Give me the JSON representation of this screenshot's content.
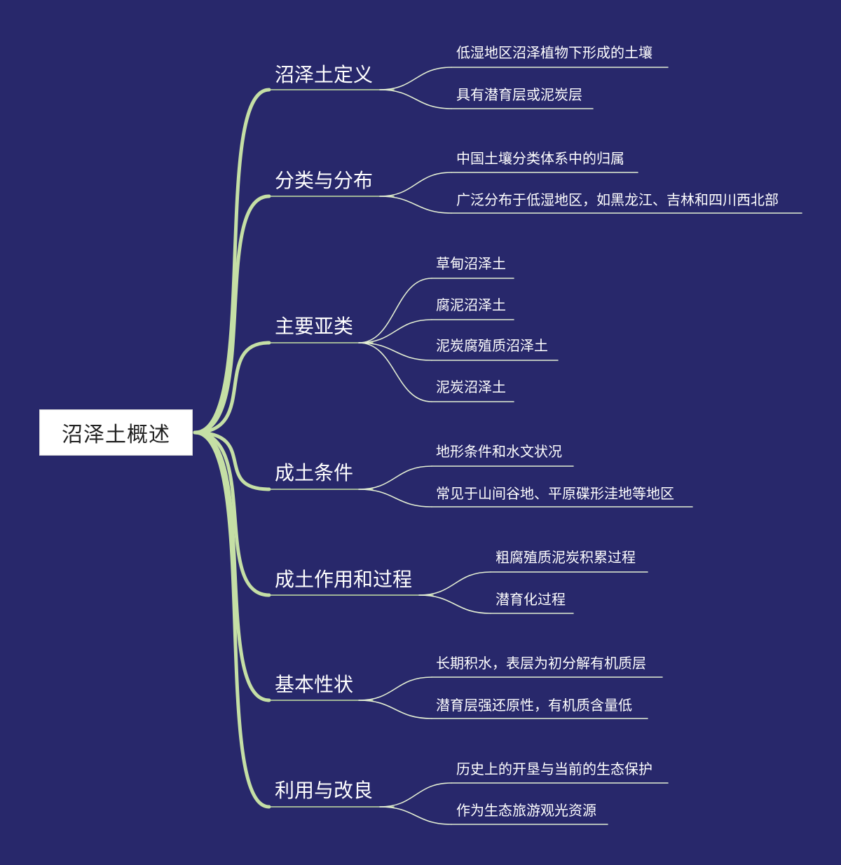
{
  "root": {
    "label": "沼泽土概述"
  },
  "colors": {
    "background": "#28286b",
    "branch_line": "#c5dfa5",
    "leaf_line": "#e4efd4"
  },
  "branches": [
    {
      "label": "沼泽土定义",
      "children": [
        "低湿地区沼泽植物下形成的土壤",
        "具有潜育层或泥炭层"
      ]
    },
    {
      "label": "分类与分布",
      "children": [
        "中国土壤分类体系中的归属",
        "广泛分布于低湿地区，如黑龙江、吉林和四川西北部"
      ]
    },
    {
      "label": "主要亚类",
      "children": [
        "草甸沼泽土",
        "腐泥沼泽土",
        "泥炭腐殖质沼泽土",
        "泥炭沼泽土"
      ]
    },
    {
      "label": "成土条件",
      "children": [
        "地形条件和水文状况",
        "常见于山间谷地、平原碟形洼地等地区"
      ]
    },
    {
      "label": "成土作用和过程",
      "children": [
        "粗腐殖质泥炭积累过程",
        "潜育化过程"
      ]
    },
    {
      "label": "基本性状",
      "children": [
        "长期积水，表层为初分解有机质层",
        "潜育层强还原性，有机质含量低"
      ]
    },
    {
      "label": "利用与改良",
      "children": [
        "历史上的开垦与当前的生态保护",
        "作为生态旅游观光资源"
      ]
    }
  ]
}
